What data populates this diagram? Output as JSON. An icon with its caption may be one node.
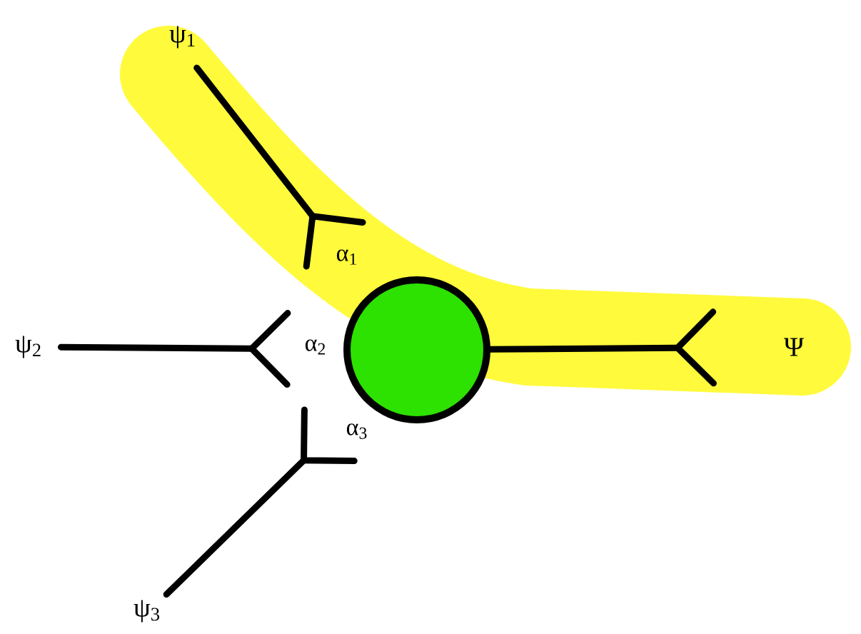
{
  "diagram": {
    "nodes": [
      {
        "text": [
          "ψ$_{1}$"
        ]
      },
      {
        "text": [
          "ψ$_{2}$"
        ]
      },
      {
        "text": [],
        "shape": "circle"
      },
      {
        "text": [
          "Ψ"
        ]
      },
      {
        "text": [
          "ψ$_{3}$"
        ]
      }
    ],
    "edges": [
      {
        "from": 0,
        "to": 2,
        "arrow": "other"
      },
      {
        "from": 1,
        "to": 2,
        "arrow": "other"
      },
      {
        "from": 4,
        "to": 2,
        "arrow": "other"
      },
      {
        "from": 2,
        "to": 3,
        "arrow": "other"
      }
    ],
    "labels": [
      "α$_{1}$",
      "α$_{2}$",
      "α$_{3}$"
    ]
  }
}
